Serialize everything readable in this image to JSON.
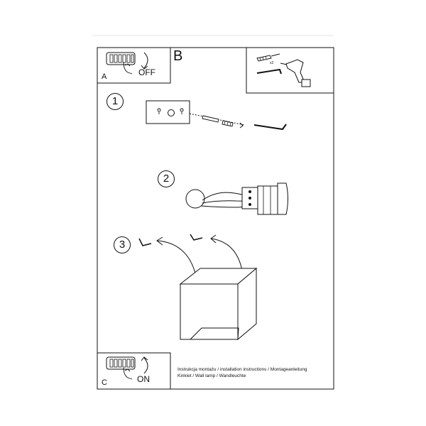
{
  "panels": {
    "a": {
      "letter": "A",
      "action": "OFF"
    },
    "b": {
      "letter": "B",
      "wallplug_count": "x2"
    },
    "c": {
      "letter": "C",
      "action": "ON"
    }
  },
  "steps": [
    "1",
    "2",
    "3"
  ],
  "footer": {
    "line1": "Instrukcja montażu / installation instructions / Montageanleitung",
    "line2": "Kinkiet / Wall lamp / Wandleuchte"
  }
}
